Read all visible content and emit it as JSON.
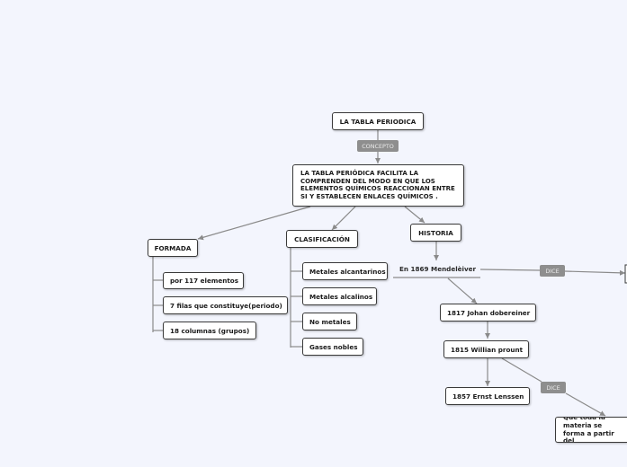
{
  "title": "LA TABLA PERIODICA",
  "concept_tag": "CONCEPTO",
  "definition": "LA TABLA PERIÓDICA FACILITA LA COMPRENDEN DEL MODO EN  QUE LOS ELEMENTOS QUÍMICOS REACCIONAN ENTRE SI Y ESTABLECEN ENLACES QUÍMICOS .",
  "formada": {
    "label": "FORMADA",
    "items": [
      "por 117 elementos",
      "7 filas que constituye(periodo)",
      "18 columnas (grupos)"
    ]
  },
  "clasificacion": {
    "label": "CLASIFICACIÓN",
    "items": [
      "Metales alcantarinos",
      "Metales alcalinos",
      "No metales",
      "Gases nobles"
    ]
  },
  "historia": {
    "label": "HISTORIA",
    "mendeleiev": "En 1869 Mendelèiver",
    "dice_tag_1": "DICE",
    "dice_tag_2": "DICE",
    "timeline": [
      "1817 Johan dobereiner",
      "1815 Willian prount",
      "1857 Ernst Lenssen"
    ],
    "prout_says": "Que toda la materia se forma a partir del"
  }
}
